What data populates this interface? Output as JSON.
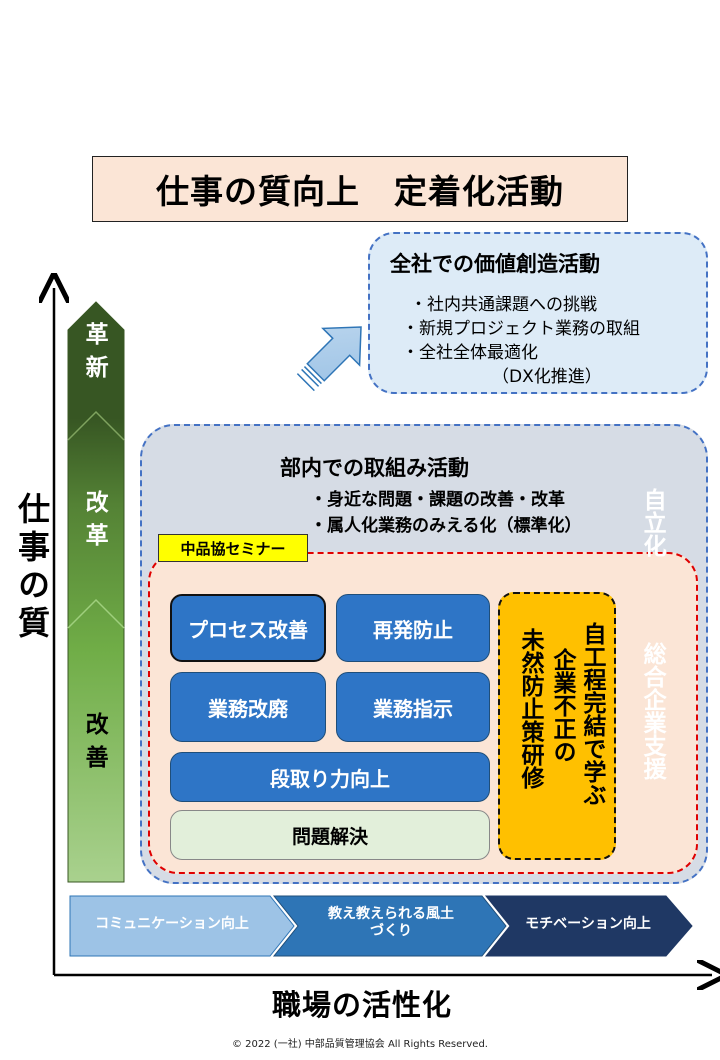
{
  "title": "仕事の質向上　定着化活動",
  "company_wide": {
    "heading": "全社での価値創造活動",
    "items": [
      "・社内共通課題への挑戦",
      "・新規プロジェクト業務の取組",
      "・全社全体最適化",
      "（DX化推進）"
    ]
  },
  "department": {
    "heading": "部内での取組み活動",
    "items": [
      "・身近な問題・課題の改善・改革",
      "・属人化業務のみえる化（標準化）"
    ]
  },
  "seminar_label": "中品協セミナー",
  "seminar_items": {
    "process": "プロセス改善",
    "recurrence": "再発防止",
    "abolish": "業務改廃",
    "instruction": "業務指示",
    "setup": "段取り力向上",
    "problem": "問題解決"
  },
  "fraud_box": {
    "col1": "自工程完結で学ぶ",
    "col2": "企業不正の",
    "col3": "未然防止策研修"
  },
  "left_arrow": {
    "top": "革新",
    "middle": "改革",
    "bottom": "改善"
  },
  "right_arrow": {
    "top": "自立化",
    "bottom": "総合企業支援"
  },
  "y_axis_label": "仕事の質",
  "x_axis_label": "職場の活性化",
  "chevrons": [
    "コミュニケーション向上",
    "教え教えられる風土\nづくり",
    "モチベーション向上"
  ],
  "copyright": "© 2022 (一社) 中部品質管理協会 All Rights Reserved.",
  "colors": {
    "title_bg": "#fbe5d6",
    "cloud_top_bg": "#ddebf7",
    "cloud_mid_bg": "#d6dce5",
    "blue_box": "#2e75c6",
    "orange_box": "#ffc000",
    "dashed_blue": "#4472c4",
    "dashed_red": "#e00000"
  }
}
